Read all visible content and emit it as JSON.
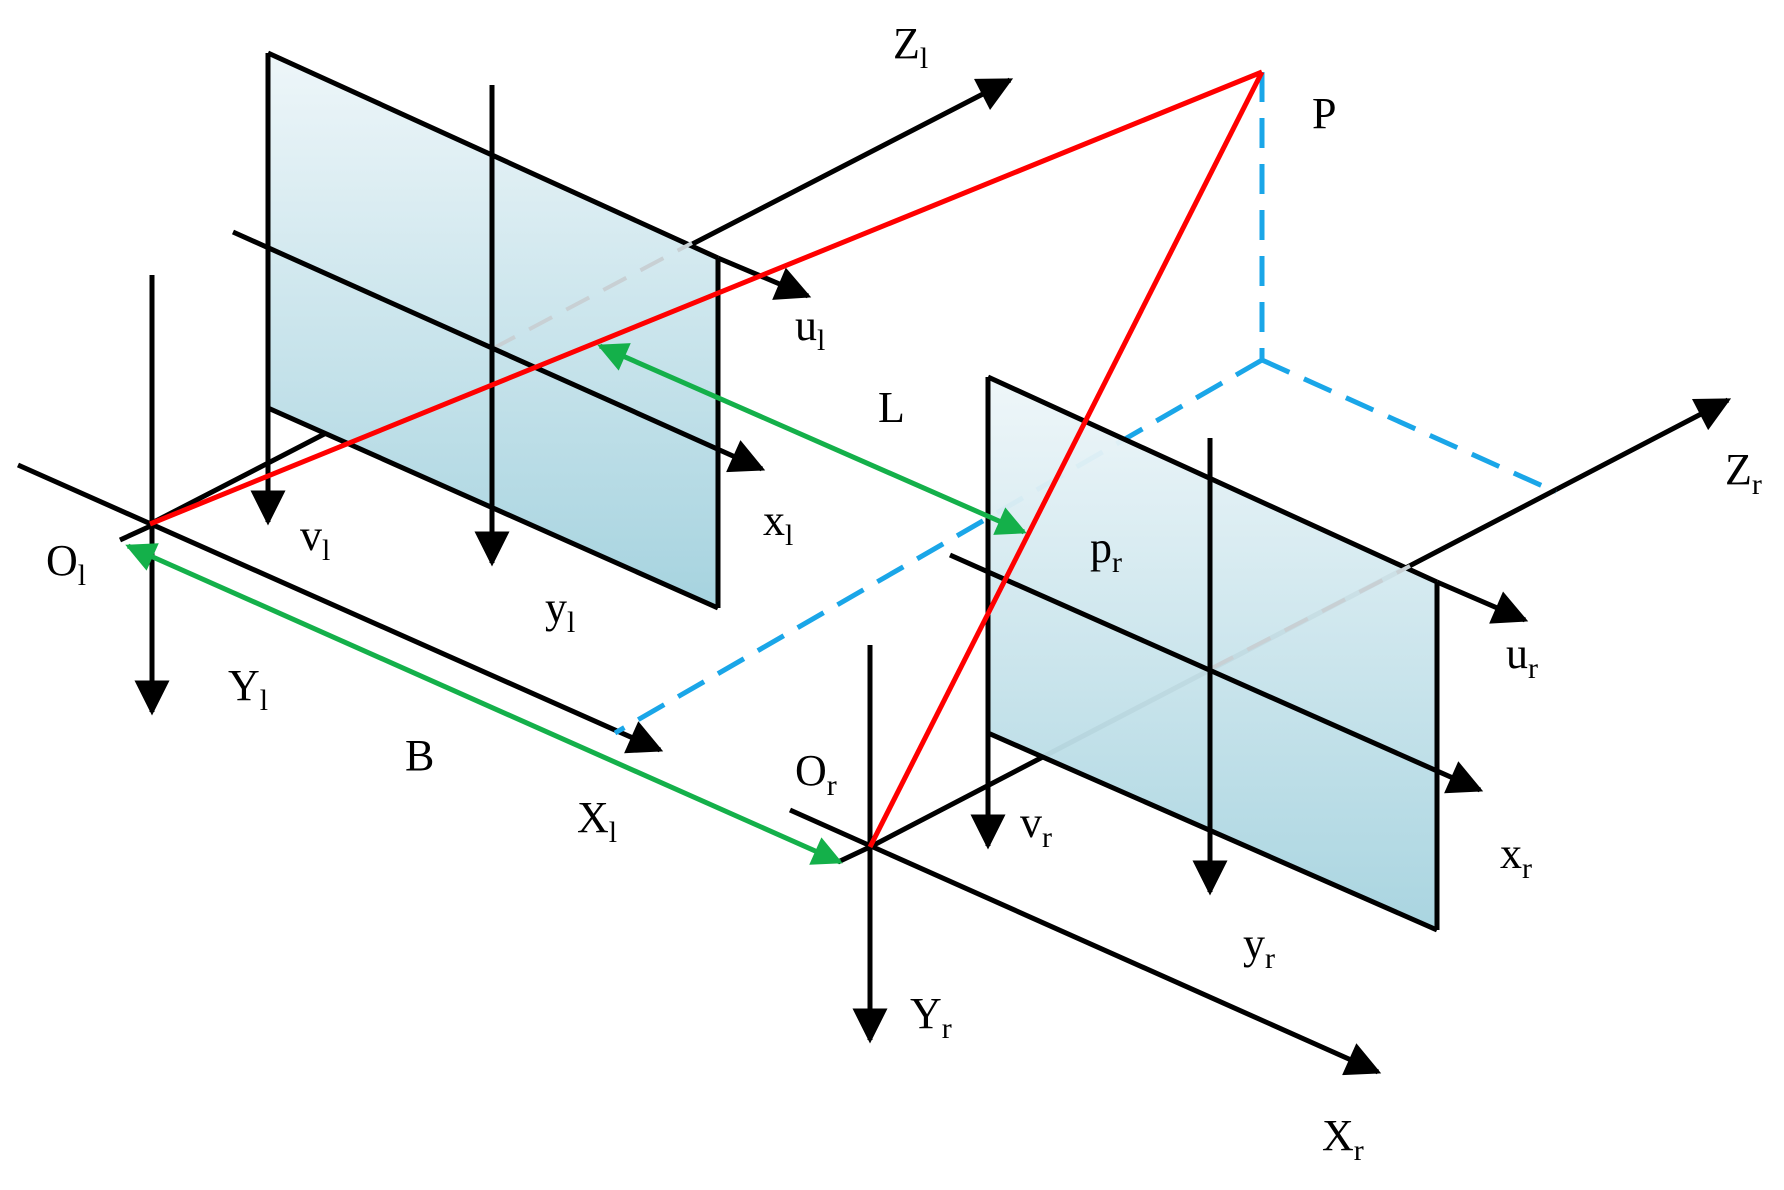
{
  "colors": {
    "axis": "#000000",
    "ray": "#ff0000",
    "dimension": "#14b04a",
    "projection": "#1aa6e8",
    "plane_top": "#eef6f9",
    "plane_bottom": "#a6d3df"
  },
  "labels": {
    "Zl": {
      "base": "Z",
      "sub": "l"
    },
    "ul": {
      "base": "u",
      "sub": "l"
    },
    "P": {
      "base": "P",
      "sub": ""
    },
    "L": {
      "base": "L",
      "sub": ""
    },
    "vl": {
      "base": "v",
      "sub": "l"
    },
    "xl": {
      "base": "x",
      "sub": "l"
    },
    "Ol": {
      "base": "O",
      "sub": "l"
    },
    "yl": {
      "base": "y",
      "sub": "l"
    },
    "Yl": {
      "base": "Y",
      "sub": "l"
    },
    "B": {
      "base": "B",
      "sub": ""
    },
    "Xl": {
      "base": "X",
      "sub": "l"
    },
    "pr": {
      "base": "p",
      "sub": "r"
    },
    "Zr": {
      "base": "Z",
      "sub": "r"
    },
    "ur": {
      "base": "u",
      "sub": "r"
    },
    "Or": {
      "base": "O",
      "sub": "r"
    },
    "vr": {
      "base": "v",
      "sub": "r"
    },
    "xr": {
      "base": "x",
      "sub": "r"
    },
    "yr": {
      "base": "y",
      "sub": "r"
    },
    "Yr": {
      "base": "Y",
      "sub": "r"
    },
    "Xr": {
      "base": "X",
      "sub": "r"
    }
  }
}
